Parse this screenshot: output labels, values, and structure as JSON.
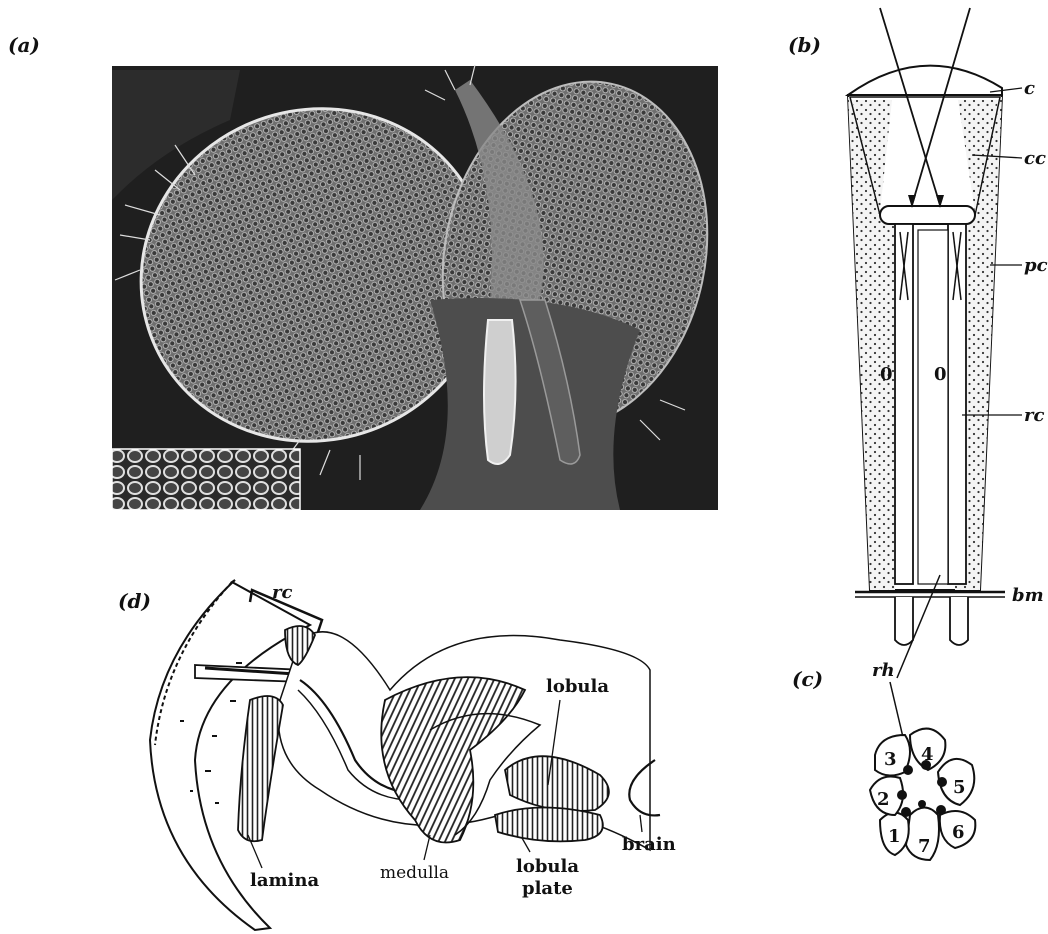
{
  "panel_labels": {
    "a": "(a)",
    "b": "(b)",
    "c": "(c)",
    "d": "(d)"
  },
  "panel_b": {
    "labels": {
      "c": "c",
      "cc": "cc",
      "pc": "pc",
      "rc": "rc",
      "bm": "bm",
      "o_left": "0",
      "o_right": "0"
    }
  },
  "panel_c": {
    "rh": "rh",
    "cells": [
      "1",
      "2",
      "3",
      "4",
      "5",
      "6",
      "7"
    ]
  },
  "panel_d": {
    "rc": "rc",
    "lamina": "lamina",
    "medulla": "medulla",
    "lobula": "lobula",
    "lobula_plate_line1": "lobula",
    "lobula_plate_line2": "plate",
    "brain": "brain"
  }
}
